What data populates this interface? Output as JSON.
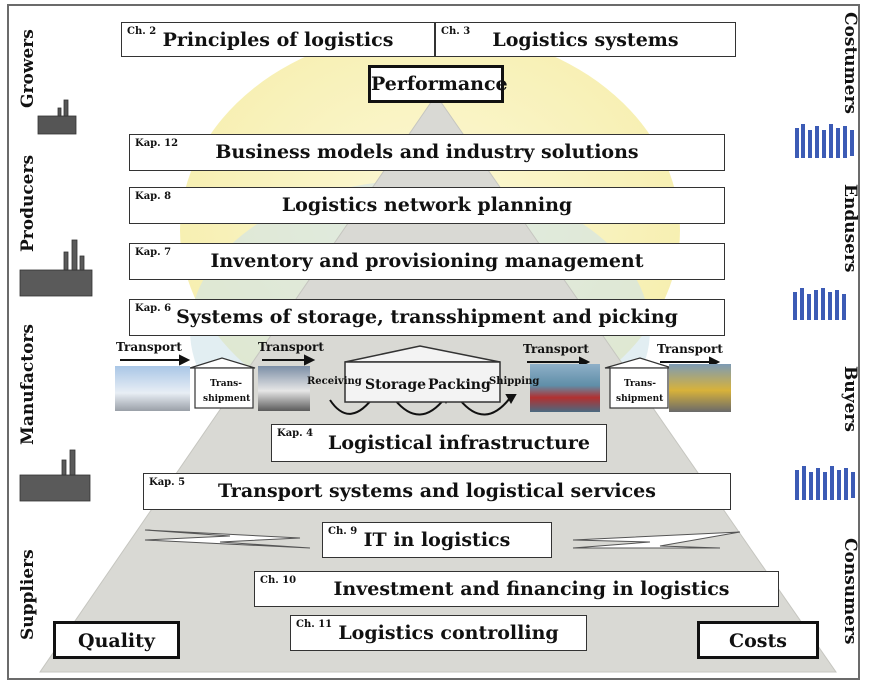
{
  "top": {
    "left_tag": "Ch. 2",
    "left_label": "Principles of logistics",
    "right_tag": "Ch. 3",
    "right_label": "Logistics systems",
    "performance": "Performance"
  },
  "layers": [
    {
      "tag": "Kap. 12",
      "label": "Business models and industry solutions"
    },
    {
      "tag": "Kap. 8",
      "label": "Logistics network planning"
    },
    {
      "tag": "Kap. 7",
      "label": "Inventory and provisioning management"
    },
    {
      "tag": "Kap. 6",
      "label": "Systems of storage, transshipment and picking"
    },
    {
      "tag": "Kap. 4",
      "label": "Logistical infrastructure"
    },
    {
      "tag": "Kap. 5",
      "label": "Transport systems and logistical services"
    },
    {
      "tag": "Ch. 9",
      "label": "IT in logistics"
    },
    {
      "tag": "Ch. 10",
      "label": "Investment and financing in logistics"
    },
    {
      "tag": "Ch. 11",
      "label": "Logistics controlling"
    }
  ],
  "chain": {
    "transport": "Transport",
    "transshipment_1": "Trans-",
    "transshipment_2": "shipment",
    "receiving": "Receiving",
    "storage": "Storage",
    "packing": "Packing",
    "shipping": "Shipping"
  },
  "corners": {
    "quality": "Quality",
    "costs": "Costs"
  },
  "left_side": [
    "Growers",
    "Producers",
    "Manufactors",
    "Suppliers"
  ],
  "right_side": [
    "Costumers",
    "Endusers",
    "Buyers",
    "Consumers"
  ],
  "colors": {
    "pyramid": "#d9d9d4",
    "sun": "#f6eea0",
    "globe": "#cfe3ea",
    "people": "#3c5bb5"
  }
}
